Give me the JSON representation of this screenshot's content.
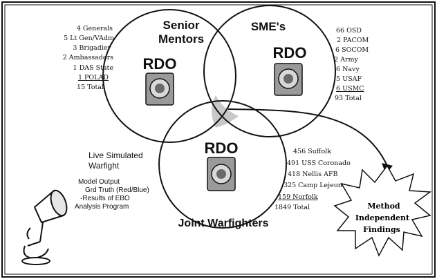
{
  "circles": {
    "senior": {
      "title_line1": "Senior",
      "title_line2": "Mentors",
      "logo_text": "RDO"
    },
    "sme": {
      "title": "SME's",
      "logo_text": "RDO"
    },
    "joint": {
      "title": "Joint Warfighters",
      "logo_text": "RDO"
    }
  },
  "senior_list": [
    "4 Generals",
    "5 Lt Gen/VAdm",
    "3 Brigadier",
    "2 Ambassadors",
    "1 DAS State",
    "1 POLAD",
    "15 Total"
  ],
  "sme_list": [
    "66 OSD",
    "2 PACOM",
    "6 SOCOM",
    "2 Army",
    "6 Navy",
    "5 USAF",
    "6 USMC",
    "93 Total"
  ],
  "joint_list": [
    "456 Suffolk",
    "491 USS Coronado",
    "418 Nellis AFB",
    "325 Camp Lejeune",
    "159 Norfolk",
    "1849 Total"
  ],
  "live_label": {
    "line1": "Live Simulated",
    "line2": "Warfight"
  },
  "model_output": {
    "line1": "Model Output",
    "line2": "Grd Truth (Red/Blue)",
    "line3": "-Results of EBO",
    "line4": "Analysis Program"
  },
  "burst_label": {
    "line1": "Method",
    "line2": "Independent",
    "line3": "Findings"
  },
  "colors": {
    "stroke": "#111111",
    "background": "#ffffff",
    "overlap": "#c8c8c8"
  }
}
